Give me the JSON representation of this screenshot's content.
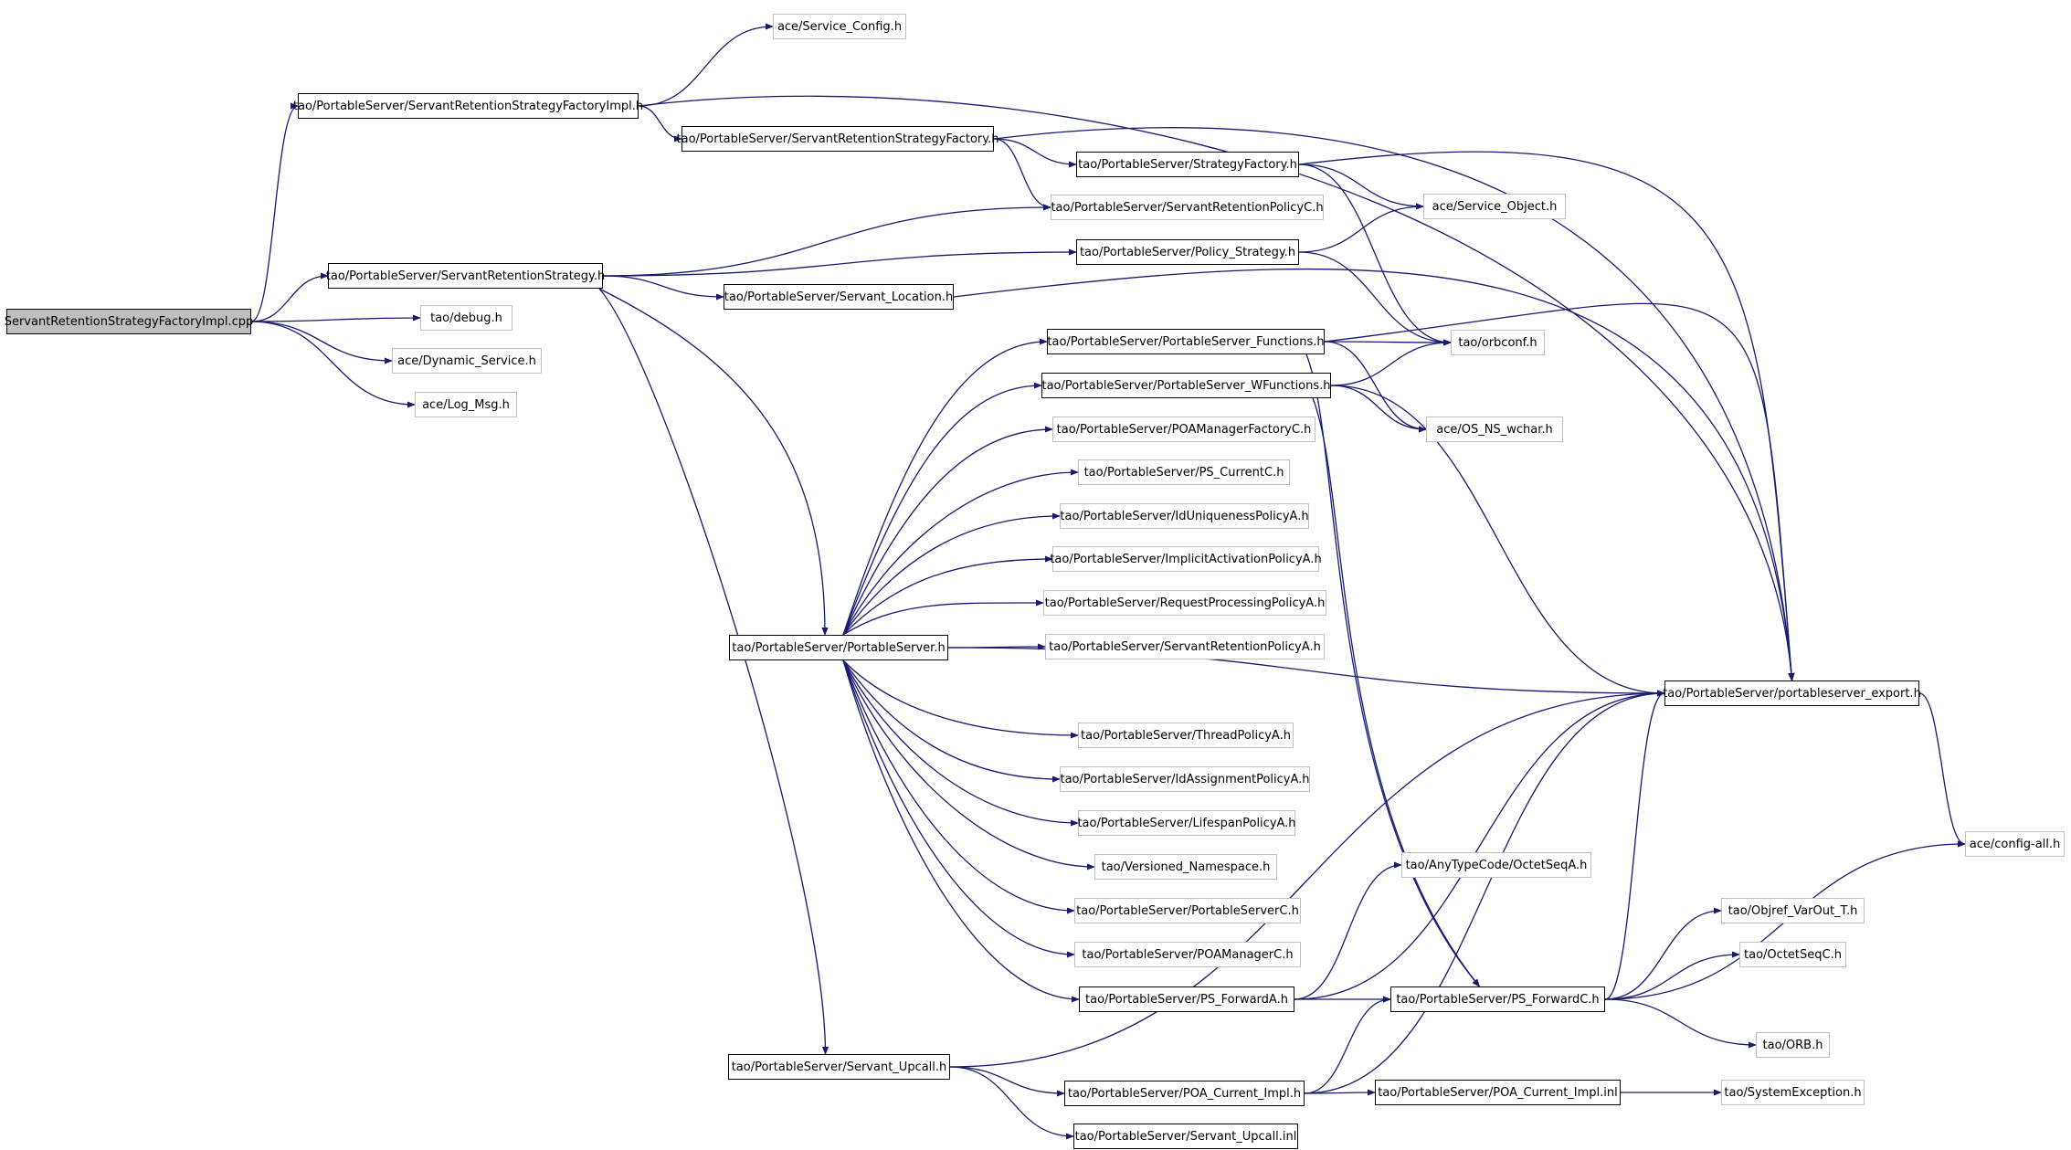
{
  "graph": {
    "nodes": [
      {
        "id": "root",
        "label": "ServantRetentionStrategyFactoryImpl.cpp",
        "style": "root"
      },
      {
        "id": "svc_config",
        "label": "ace/Service_Config.h",
        "style": "faint"
      },
      {
        "id": "srsfi_h",
        "label": "tao/PortableServer/ServantRetentionStrategyFactoryImpl.h",
        "style": "solid"
      },
      {
        "id": "srsf_h",
        "label": "tao/PortableServer/ServantRetentionStrategyFactory.h",
        "style": "solid"
      },
      {
        "id": "strat_fact",
        "label": "tao/PortableServer/StrategyFactory.h",
        "style": "solid"
      },
      {
        "id": "srpc_h",
        "label": "tao/PortableServer/ServantRetentionPolicyC.h",
        "style": "faint"
      },
      {
        "id": "svc_obj",
        "label": "ace/Service_Object.h",
        "style": "faint"
      },
      {
        "id": "pol_strat",
        "label": "tao/PortableServer/Policy_Strategy.h",
        "style": "solid"
      },
      {
        "id": "srs_h",
        "label": "tao/PortableServer/ServantRetentionStrategy.h",
        "style": "solid"
      },
      {
        "id": "srv_loc",
        "label": "tao/PortableServer/Servant_Location.h",
        "style": "solid"
      },
      {
        "id": "debug",
        "label": "tao/debug.h",
        "style": "faint"
      },
      {
        "id": "orbconf",
        "label": "tao/orbconf.h",
        "style": "faint"
      },
      {
        "id": "dyn_svc",
        "label": "ace/Dynamic_Service.h",
        "style": "faint"
      },
      {
        "id": "ps_func",
        "label": "tao/PortableServer/PortableServer_Functions.h",
        "style": "solid"
      },
      {
        "id": "ps_wfunc",
        "label": "tao/PortableServer/PortableServer_WFunctions.h",
        "style": "solid"
      },
      {
        "id": "log_msg",
        "label": "ace/Log_Msg.h",
        "style": "faint"
      },
      {
        "id": "os_wchar",
        "label": "ace/OS_NS_wchar.h",
        "style": "faint"
      },
      {
        "id": "poamfc",
        "label": "tao/PortableServer/POAManagerFactoryC.h",
        "style": "faint"
      },
      {
        "id": "ps_curc",
        "label": "tao/PortableServer/PS_CurrentC.h",
        "style": "faint"
      },
      {
        "id": "iduniq",
        "label": "tao/PortableServer/IdUniquenessPolicyA.h",
        "style": "faint"
      },
      {
        "id": "implact",
        "label": "tao/PortableServer/ImplicitActivationPolicyA.h",
        "style": "faint"
      },
      {
        "id": "reqproc",
        "label": "tao/PortableServer/RequestProcessingPolicyA.h",
        "style": "faint"
      },
      {
        "id": "ps_h",
        "label": "tao/PortableServer/PortableServer.h",
        "style": "solid"
      },
      {
        "id": "srpa",
        "label": "tao/PortableServer/ServantRetentionPolicyA.h",
        "style": "faint"
      },
      {
        "id": "ps_export",
        "label": "tao/PortableServer/portableserver_export.h",
        "style": "solid"
      },
      {
        "id": "thread_pol",
        "label": "tao/PortableServer/ThreadPolicyA.h",
        "style": "faint"
      },
      {
        "id": "idassign",
        "label": "tao/PortableServer/IdAssignmentPolicyA.h",
        "style": "faint"
      },
      {
        "id": "lifespan",
        "label": "tao/PortableServer/LifespanPolicyA.h",
        "style": "faint"
      },
      {
        "id": "config_all",
        "label": "ace/config-all.h",
        "style": "faint"
      },
      {
        "id": "vers_ns",
        "label": "tao/Versioned_Namespace.h",
        "style": "faint"
      },
      {
        "id": "octetseqa",
        "label": "tao/AnyTypeCode/OctetSeqA.h",
        "style": "faint"
      },
      {
        "id": "psc",
        "label": "tao/PortableServer/PortableServerC.h",
        "style": "faint"
      },
      {
        "id": "objref",
        "label": "tao/Objref_VarOut_T.h",
        "style": "faint"
      },
      {
        "id": "poamc",
        "label": "tao/PortableServer/POAManagerC.h",
        "style": "faint"
      },
      {
        "id": "octetseqc",
        "label": "tao/OctetSeqC.h",
        "style": "faint"
      },
      {
        "id": "ps_fwda",
        "label": "tao/PortableServer/PS_ForwardA.h",
        "style": "solid"
      },
      {
        "id": "ps_fwdc",
        "label": "tao/PortableServer/PS_ForwardC.h",
        "style": "solid"
      },
      {
        "id": "orb_h",
        "label": "tao/ORB.h",
        "style": "faint"
      },
      {
        "id": "srv_upcall",
        "label": "tao/PortableServer/Servant_Upcall.h",
        "style": "solid"
      },
      {
        "id": "poa_cur",
        "label": "tao/PortableServer/POA_Current_Impl.h",
        "style": "solid"
      },
      {
        "id": "poa_cur_inl",
        "label": "tao/PortableServer/POA_Current_Impl.inl",
        "style": "solid"
      },
      {
        "id": "sysexc",
        "label": "tao/SystemException.h",
        "style": "faint"
      },
      {
        "id": "srv_upcall_inl",
        "label": "tao/PortableServer/Servant_Upcall.inl",
        "style": "solid"
      }
    ]
  }
}
